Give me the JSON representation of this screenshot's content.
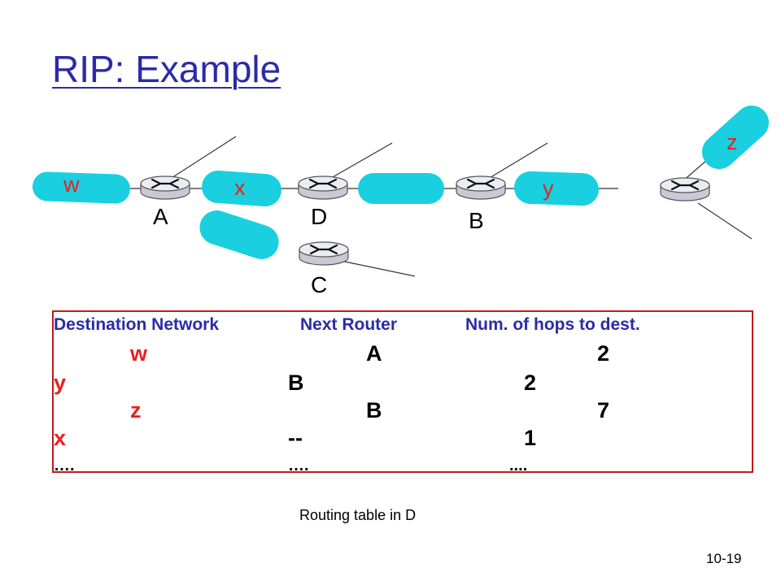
{
  "slide": {
    "title": "RIP: Example",
    "caption": "Routing table in D",
    "page_number": "10-19"
  },
  "colors": {
    "title": "#2b2ba8",
    "network_blob": "#19cfe0",
    "network_label": "#e82020",
    "table_border": "#c21b1b",
    "router_body": "#ececf4"
  },
  "diagram": {
    "networks": {
      "w": "w",
      "x": "x",
      "y": "y",
      "z": "z"
    },
    "routers": {
      "A": "A",
      "D": "D",
      "B": "B",
      "C": "C"
    }
  },
  "routing_table": {
    "headers": {
      "destination": "Destination Network",
      "next_router": "Next  Router",
      "hops": "Num. of hops to dest."
    },
    "rows": [
      {
        "destination": "w",
        "next_router": "A",
        "hops": "2"
      },
      {
        "destination": "y",
        "next_router": "B",
        "hops": "2"
      },
      {
        "destination": "z",
        "next_router": "B",
        "hops": "7"
      },
      {
        "destination": "x",
        "next_router": "--",
        "hops": "1"
      },
      {
        "destination": "….",
        "next_router": "….",
        "hops": "...."
      }
    ]
  }
}
